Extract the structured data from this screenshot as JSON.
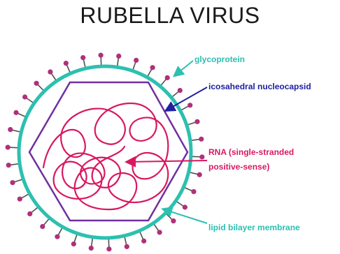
{
  "title": "RUBELLA VIRUS",
  "labels": {
    "glycoprotein": "glycoprotein",
    "nucleocapsid": "icosahedral nucleocapsid",
    "rna_line1": "RNA (single-stranded",
    "rna_line2": "positive-sense)",
    "membrane": "lipid bilayer membrane"
  },
  "colors": {
    "membrane": "#2cc0b0",
    "capsid": "#7030a0",
    "rna": "#d81860",
    "glycoprotein_head": "#b0307a",
    "glycoprotein_stalk": "#505050",
    "label_teal": "#2cc0b0",
    "label_navy": "#2020a0",
    "label_red": "#d81860"
  }
}
